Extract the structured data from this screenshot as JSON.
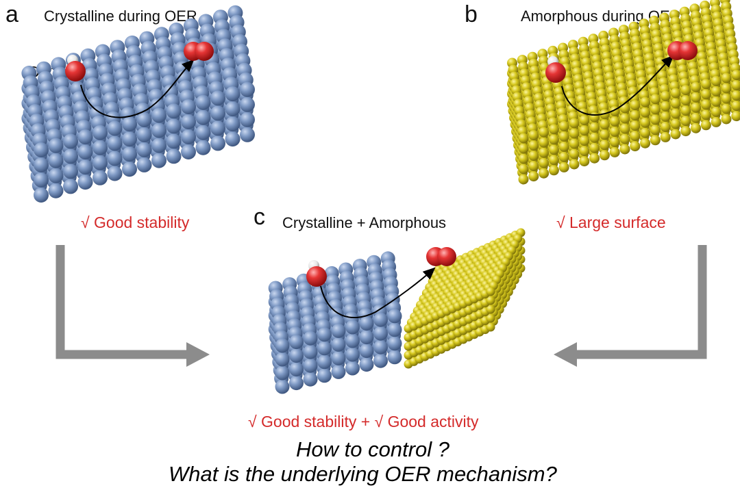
{
  "panels": {
    "a": {
      "letter": "a",
      "title": "Crystalline during OER",
      "benefit": "√ Good stability"
    },
    "b": {
      "letter": "b",
      "title": "Amorphous during OER",
      "benefit": "√ Large surface"
    },
    "c": {
      "letter": "c",
      "title": "Crystalline + Amorphous",
      "benefit": "√ Good stability + √ Good activity"
    }
  },
  "species": {
    "reactant_base": "OH",
    "reactant_charge": "-",
    "product_base": "O",
    "product_sub": "2"
  },
  "questions": {
    "line1": "How to control ?",
    "line2": "What is the underlying OER mechanism?"
  },
  "colors": {
    "crystalline_sphere": "#7a96c2",
    "amorphous_sphere": "#d2c51a",
    "oxygen_atom": "#e03030",
    "hydrogen_atom": "#f2f2f2",
    "benefit_text": "#d42a2a",
    "flow_arrow": "#8c8c8c"
  }
}
